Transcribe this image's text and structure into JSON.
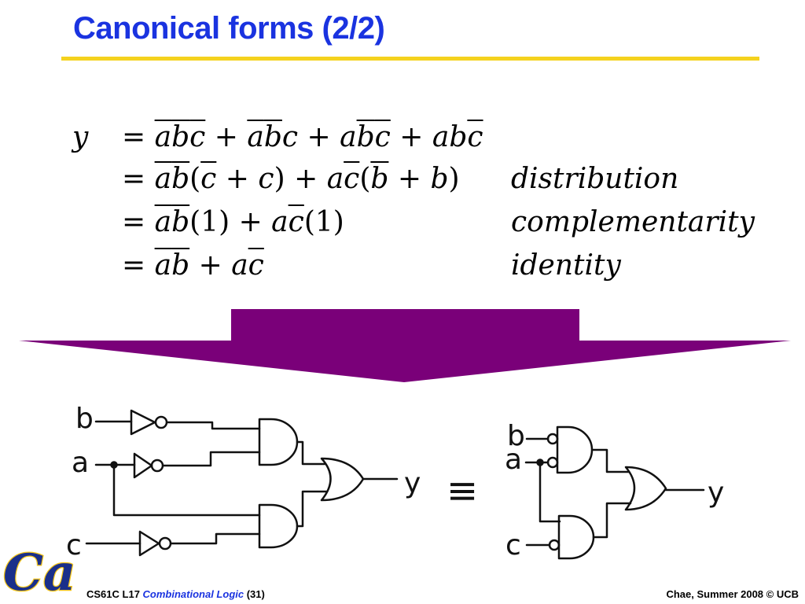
{
  "title": "Canonical forms (2/2)",
  "equations": {
    "lhs": "y",
    "lines": [
      {
        "expr": "= a̅b̅c̅ + a̅b̅c + ab̅c̅ + abc̅",
        "justification": ""
      },
      {
        "expr": "= a̅b̅(c̅ + c) + ac̅(b̅ + b)",
        "justification": "distribution"
      },
      {
        "expr": "= a̅b̅(1) + ac̅(1)",
        "justification": "complementarity"
      },
      {
        "expr": "= a̅b̅ + ac̅",
        "justification": "identity"
      }
    ]
  },
  "colors": {
    "title": "#1a33e0",
    "rule": "#f5d21e",
    "arrow": "#7a0079"
  },
  "circuit_left": {
    "inputs": [
      "b",
      "a",
      "c"
    ],
    "output": "y"
  },
  "equivalence_symbol": "≡",
  "circuit_right": {
    "inputs": [
      "b",
      "a",
      "c"
    ],
    "output": "y"
  },
  "logo": {
    "icon": "cal-logo-icon",
    "text": "Ca"
  },
  "footer": {
    "left_prefix": "CS61C L17 ",
    "left_topic": "Combinational Logic",
    "left_suffix": " (31)",
    "right": "Chae, Summer 2008 © UCB"
  }
}
